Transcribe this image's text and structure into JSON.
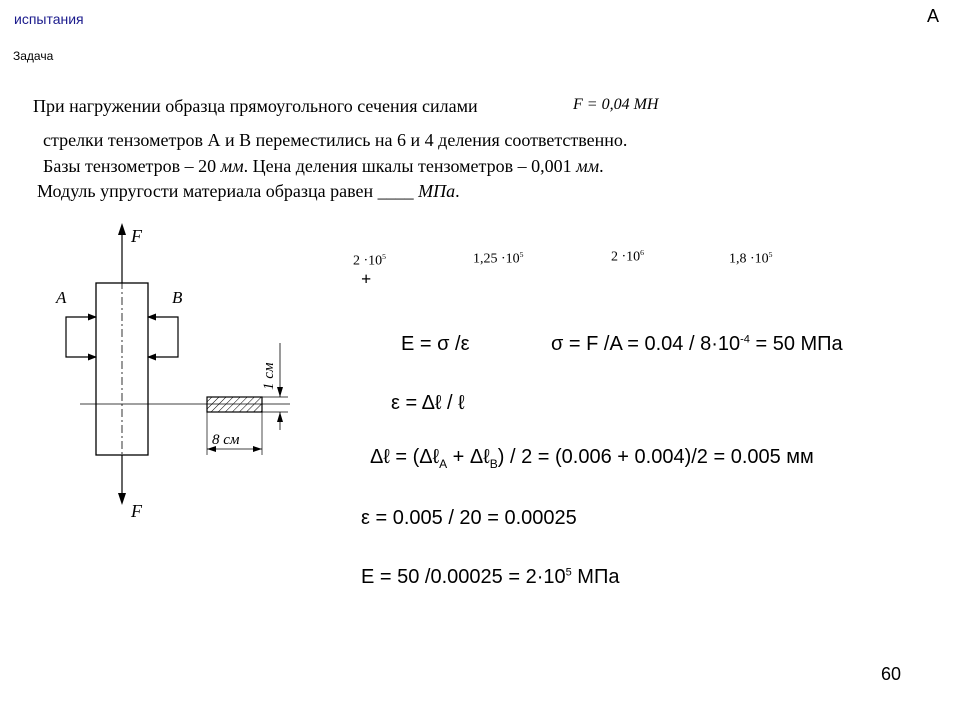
{
  "header": {
    "section": "испытания",
    "subsection": "Задача",
    "variant_letter": "А"
  },
  "task": {
    "line1": "При нагружении образца прямоугольного сечения силами",
    "force_value": "F = 0,04 МН",
    "line2": "стрелки тензометров А и В переместились на 6 и 4 деления соответственно.",
    "line3_a": "Базы тензометров – 20 ",
    "line3_unit1": "мм",
    "line3_b": ". Цена деления шкалы тензометров – 0,001 ",
    "line3_unit2": "мм",
    "line3_c": ".",
    "line4_a": "Модуль упругости материала образца равен ____ ",
    "line4_unit": "МПа",
    "line4_b": "."
  },
  "answers": [
    {
      "base": "2 ·10",
      "exp": "5"
    },
    {
      "base": "1,25 ·10",
      "exp": "5"
    },
    {
      "base": "2 ·10",
      "exp": "6"
    },
    {
      "base": "1,8 ·10",
      "exp": "5"
    }
  ],
  "selected_mark": "+",
  "diagram": {
    "force_top": "F",
    "force_bottom": "F",
    "gauge_a": "A",
    "gauge_b": "B",
    "height_dim": "1 см",
    "width_dim": "8 см"
  },
  "solution": {
    "eq1": "E = σ /ε",
    "eq2_a": "σ = F /A = 0.04 / 8·10",
    "eq2_exp": "-4",
    "eq2_b": " = 50 МПа",
    "eq3": "ε = Δℓ / ℓ",
    "eq4_a": "Δℓ = (Δℓ",
    "eq4_subA": "A",
    "eq4_b": " + Δℓ",
    "eq4_subB": "B",
    "eq4_c": ") / 2 = (0.006 + 0.004)/2 = 0.005 мм",
    "eq5": "ε = 0.005 / 20 = 0.00025",
    "eq6_a": "E = 50 /0.00025 = 2·10",
    "eq6_exp": "5",
    "eq6_b": " МПа"
  },
  "page_number": "60"
}
